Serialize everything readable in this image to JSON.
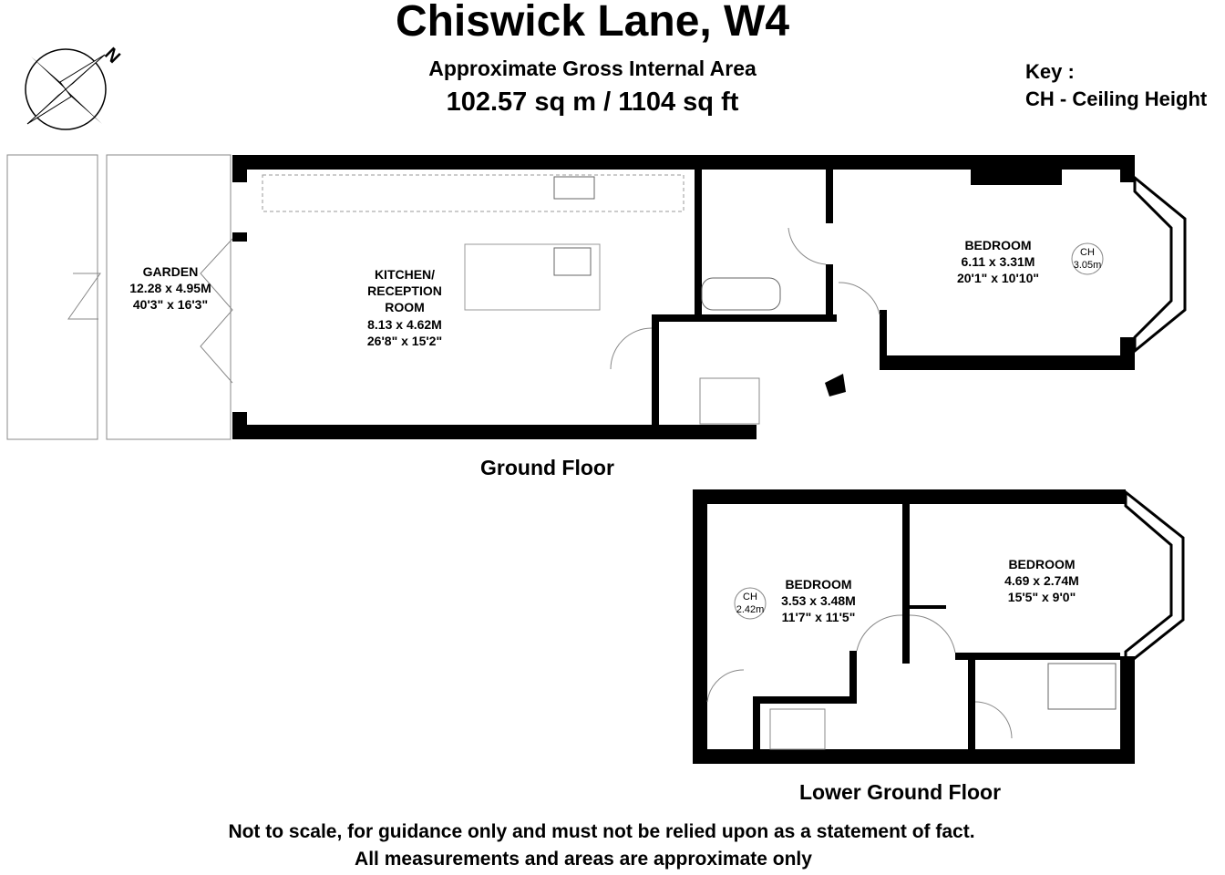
{
  "header": {
    "title": "Chiswick Lane, W4",
    "subtitle": "Approximate Gross Internal Area",
    "area": "102.57 sq m /  1104 sq ft"
  },
  "compass": {
    "north_label": "N"
  },
  "key": {
    "title": "Key :",
    "entry": "CH - Ceiling Height"
  },
  "ground_floor": {
    "label": "Ground Floor",
    "garden": {
      "name": "GARDEN",
      "metric": "12.28 x 4.95M",
      "imperial": "40'3\" x 16'3\""
    },
    "kitchen": {
      "name1": "KITCHEN/",
      "name2": "RECEPTION",
      "name3": "ROOM",
      "metric": "8.13 x 4.62M",
      "imperial": "26'8\" x 15'2\""
    },
    "bedroom": {
      "name": "BEDROOM",
      "metric": "6.11 x 3.31M",
      "imperial": "20'1\" x 10'10\"",
      "ch_label": "CH",
      "ch_value": "3.05m"
    }
  },
  "lower_ground_floor": {
    "label": "Lower Ground Floor",
    "bedroom_1": {
      "name": "BEDROOM",
      "metric": "3.53 x 3.48M",
      "imperial": "11'7\" x 11'5\"",
      "ch_label": "CH",
      "ch_value": "2.42m"
    },
    "bedroom_2": {
      "name": "BEDROOM",
      "metric": "4.69 x 2.74M",
      "imperial": "15'5\" x 9'0\""
    }
  },
  "disclaimer": {
    "line1": "Not to scale, for guidance only and must not be relied upon as a statement of fact.",
    "line2": "All measurements and areas are approximate only"
  }
}
